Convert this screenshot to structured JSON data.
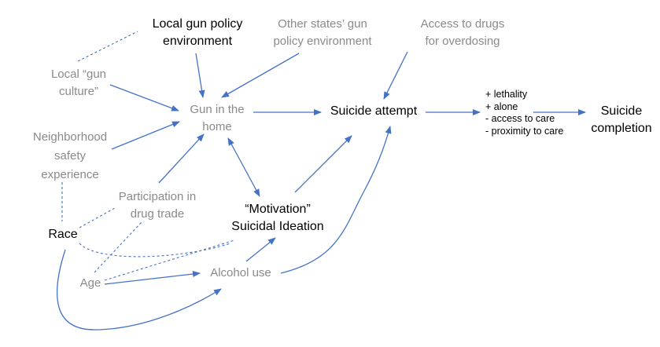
{
  "colors": {
    "arrow": "#4472c4",
    "muted_text": "#8a8a8a",
    "emphasis_text": "#000000"
  },
  "nodes": {
    "local_gun_policy": [
      "Local gun policy",
      "environment"
    ],
    "other_states_policy": [
      "Other states’ gun",
      "policy environment"
    ],
    "access_to_drugs": [
      "Access to drugs",
      "for overdosing"
    ],
    "local_gun_culture": [
      "Local “gun",
      "culture”"
    ],
    "gun_in_home": [
      "Gun in the",
      "home"
    ],
    "suicide_attempt": [
      "Suicide attempt"
    ],
    "modifiers": [
      "+ lethality",
      "+ alone",
      "- access to care",
      "- proximity to care"
    ],
    "suicide_completion": [
      "Suicide",
      "completion"
    ],
    "neighborhood_safety": [
      "Neighborhood",
      "safety",
      "experience"
    ],
    "drug_trade": [
      "Participation in",
      "drug trade"
    ],
    "motivation": [
      "“Motivation”",
      "Suicidal Ideation"
    ],
    "race": [
      "Race"
    ],
    "age": [
      "Age"
    ],
    "alcohol_use": [
      "Alcohol use"
    ]
  }
}
